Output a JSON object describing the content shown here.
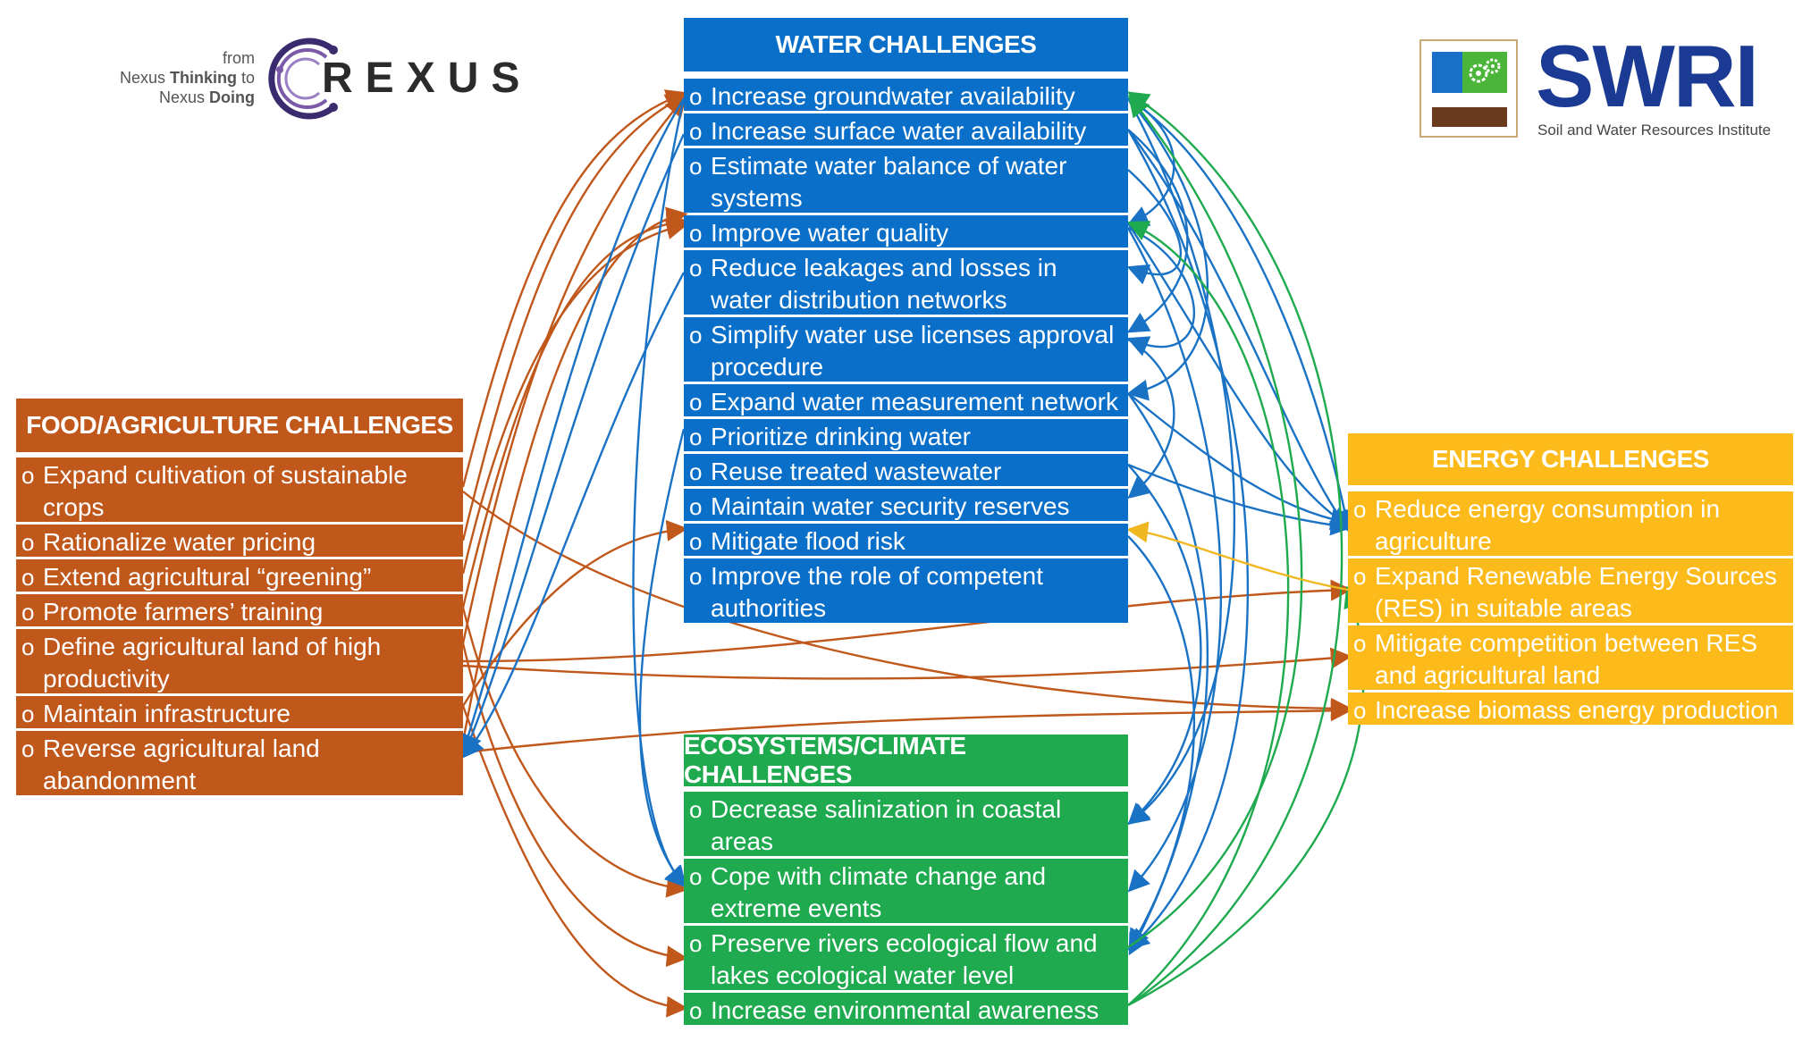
{
  "rexus_logo": {
    "from": "from",
    "line1_prefix": "Nexus ",
    "line1_bold": "Thinking",
    "line1_suffix": " to",
    "line2_prefix": "Nexus ",
    "line2_bold": "Doing",
    "wordmark": "REXUS"
  },
  "swri_logo": {
    "wordmark": "SWRI",
    "subtitle": "Soil and Water Resources Institute"
  },
  "water": {
    "title": "WATER CHALLENGES",
    "items": [
      "Increase groundwater availability",
      "Increase surface water availability",
      "Estimate water balance of water systems",
      "Improve water quality",
      "Reduce leakages and losses in water distribution networks",
      "Simplify water use licenses approval procedure",
      "Expand water measurement network",
      "Prioritize drinking water",
      "Reuse treated wastewater",
      "Maintain water security reserves",
      "Mitigate flood risk",
      "Improve the role of competent authorities"
    ]
  },
  "food": {
    "title": "FOOD/AGRICULTURE CHALLENGES",
    "items": [
      "Expand cultivation of sustainable crops",
      "Rationalize water pricing",
      "Extend agricultural “greening”",
      "Promote farmers’ training",
      "Define agricultural land of high productivity",
      "Maintain infrastructure",
      "Reverse agricultural land abandonment"
    ]
  },
  "energy": {
    "title": "ENERGY CHALLENGES",
    "items": [
      "Reduce energy consumption in agriculture",
      "Expand Renewable Energy Sources (RES) in suitable areas",
      "Mitigate competition between RES and agricultural land",
      "Increase biomass energy production"
    ]
  },
  "eco": {
    "title": "ECOSYSTEMS/CLIMATE CHALLENGES",
    "items": [
      "Decrease salinization in coastal areas",
      "Cope with climate change and extreme events",
      "Preserve rivers ecological flow and lakes ecological water level",
      "Increase environmental awareness"
    ]
  },
  "colors": {
    "water": "#0a6fc8",
    "food": "#c0571b",
    "eco": "#1faa4f",
    "energy": "#fcbb1a",
    "water_link": "#1a72c4",
    "food_link": "#c0571b",
    "eco_link": "#1faa4f",
    "energy_link": "#f0b820"
  }
}
